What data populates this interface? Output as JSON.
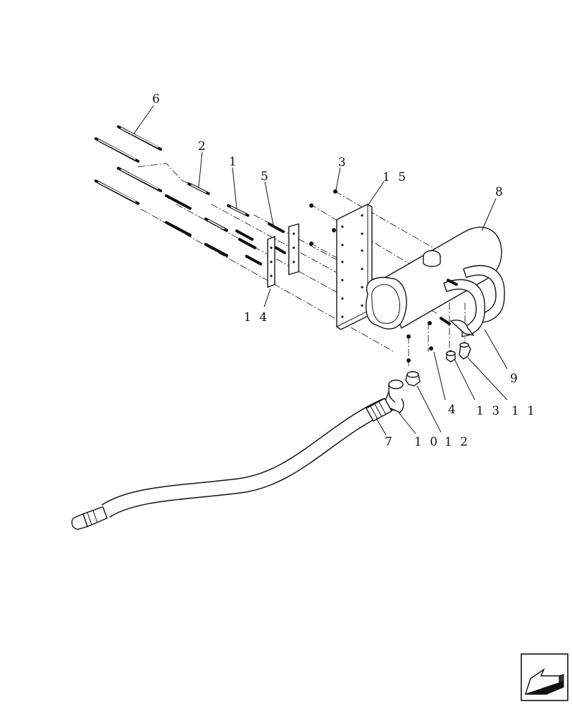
{
  "diagram": {
    "callouts": {
      "p1": "1",
      "p2": "2",
      "p3": "3",
      "p4": "4",
      "p5": "5",
      "p6": "6",
      "p7": "7",
      "p8": "8",
      "p9": "9",
      "p10": "1 0",
      "p11": "1 1",
      "p12": "1 2",
      "p13": "1 3",
      "p14": "1 4",
      "p15": "1 5"
    },
    "nav_icon": "page-arrow-icon"
  }
}
